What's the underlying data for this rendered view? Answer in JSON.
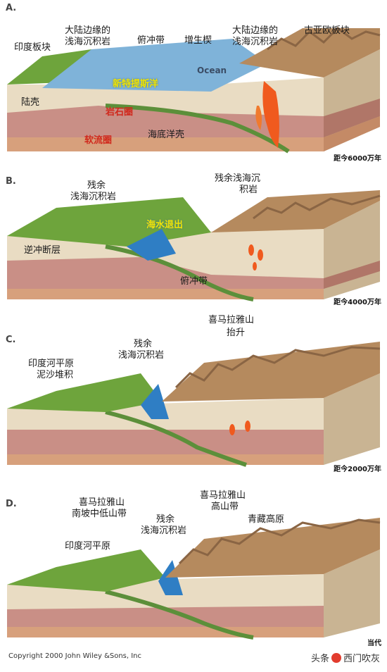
{
  "panels": [
    {
      "tag": "A.",
      "time": "距今6000万年",
      "labels": {
        "india_plate": "印度板块",
        "shelf_left_1": "大陆边缘的",
        "shelf_left_2": "浅海沉积岩",
        "subduction": "俯冲带",
        "accretion": "增生楔",
        "shelf_right_1": "大陆边缘的",
        "shelf_right_2": "浅海沉积岩",
        "eurasia_plate": "古亚欧板块",
        "ocean": "Ocean",
        "tethys": "新特提斯洋",
        "crust": "陆壳",
        "lithosphere": "岩石圈",
        "asthenosphere": "软流圈",
        "ocean_crust": "海底洋壳"
      }
    },
    {
      "tag": "B.",
      "time": "距今4000万年",
      "labels": {
        "remnant_1": "残余",
        "remnant_2": "浅海沉积岩",
        "remnant_right_1": "残余浅海沉",
        "remnant_right_2": "积岩",
        "sea_retreat": "海水退出",
        "thrust": "逆冲断层",
        "subduction": "俯冲带"
      }
    },
    {
      "tag": "C.",
      "time": "距今2000万年",
      "labels": {
        "himalaya_1": "喜马拉雅山",
        "himalaya_2": "抬升",
        "plain_1": "印度河平原",
        "plain_2": "泥沙堆积",
        "remnant_1": "残余",
        "remnant_2": "浅海沉积岩"
      }
    },
    {
      "tag": "D.",
      "time": "当代",
      "labels": {
        "south_slope_1": "喜马拉雅山",
        "south_slope_2": "南坡中低山带",
        "high_mtn_1": "喜马拉雅山",
        "high_mtn_2": "高山带",
        "remnant_1": "残余",
        "remnant_2": "浅海沉积岩",
        "plateau": "青藏高原",
        "plain": "印度河平原"
      }
    }
  ],
  "footer": {
    "copyright": "Copyright 2000 John Wiley &Sons, Inc",
    "watermark_prefix": "头条",
    "watermark_suffix": "西门吹灰"
  },
  "colors": {
    "grass": "#6ea43c",
    "sea": "#7fb3d9",
    "crust": "#e9dcc3",
    "lithosphere": "#c98f86",
    "asthenosphere": "#d7a07c",
    "mountain": "#b58a5e",
    "magma": "#f05a1e"
  }
}
